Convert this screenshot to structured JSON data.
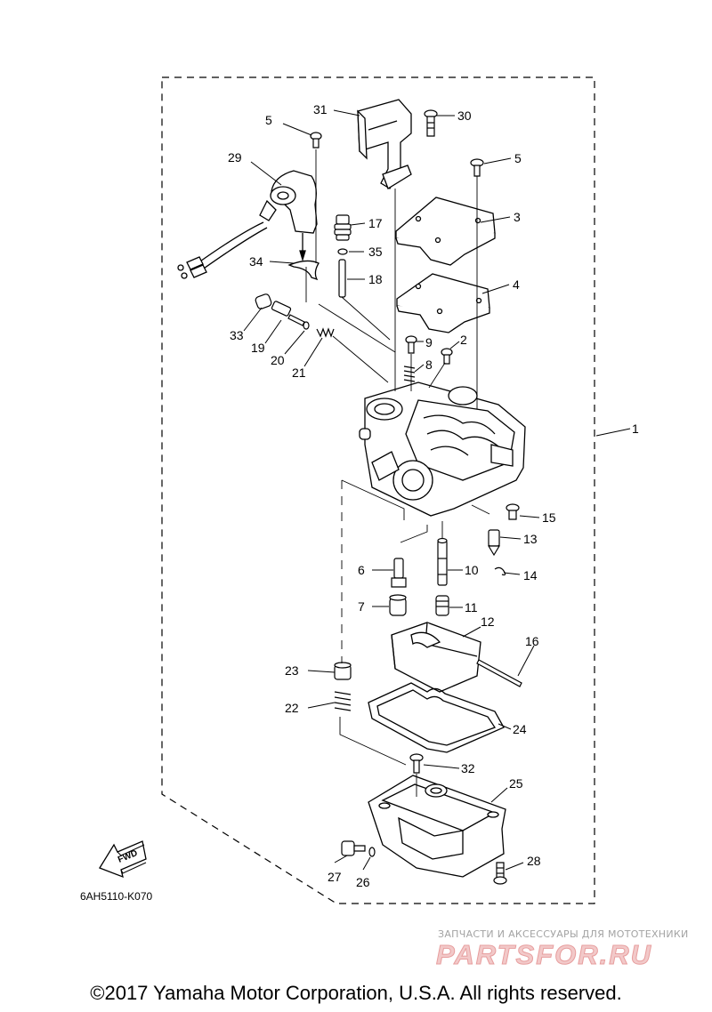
{
  "diagram": {
    "part_labels": [
      "1",
      "2",
      "3",
      "4",
      "5",
      "5",
      "6",
      "7",
      "8",
      "9",
      "10",
      "11",
      "12",
      "13",
      "14",
      "15",
      "16",
      "17",
      "18",
      "19",
      "20",
      "21",
      "22",
      "23",
      "24",
      "25",
      "26",
      "27",
      "28",
      "29",
      "30",
      "31",
      "32",
      "33",
      "34",
      "35"
    ],
    "drawing_code": "6AH5110-K070",
    "fwd_marker": "FWD"
  },
  "watermark": {
    "tagline": "ЗАПЧАСТИ И АКСЕССУАРЫ ДЛЯ МОТОТЕХНИКИ",
    "logo_text": "PARTSFOR.RU"
  },
  "footer": {
    "copyright": "©2017 Yamaha Motor Corporation, U.S.A. All rights reserved."
  }
}
